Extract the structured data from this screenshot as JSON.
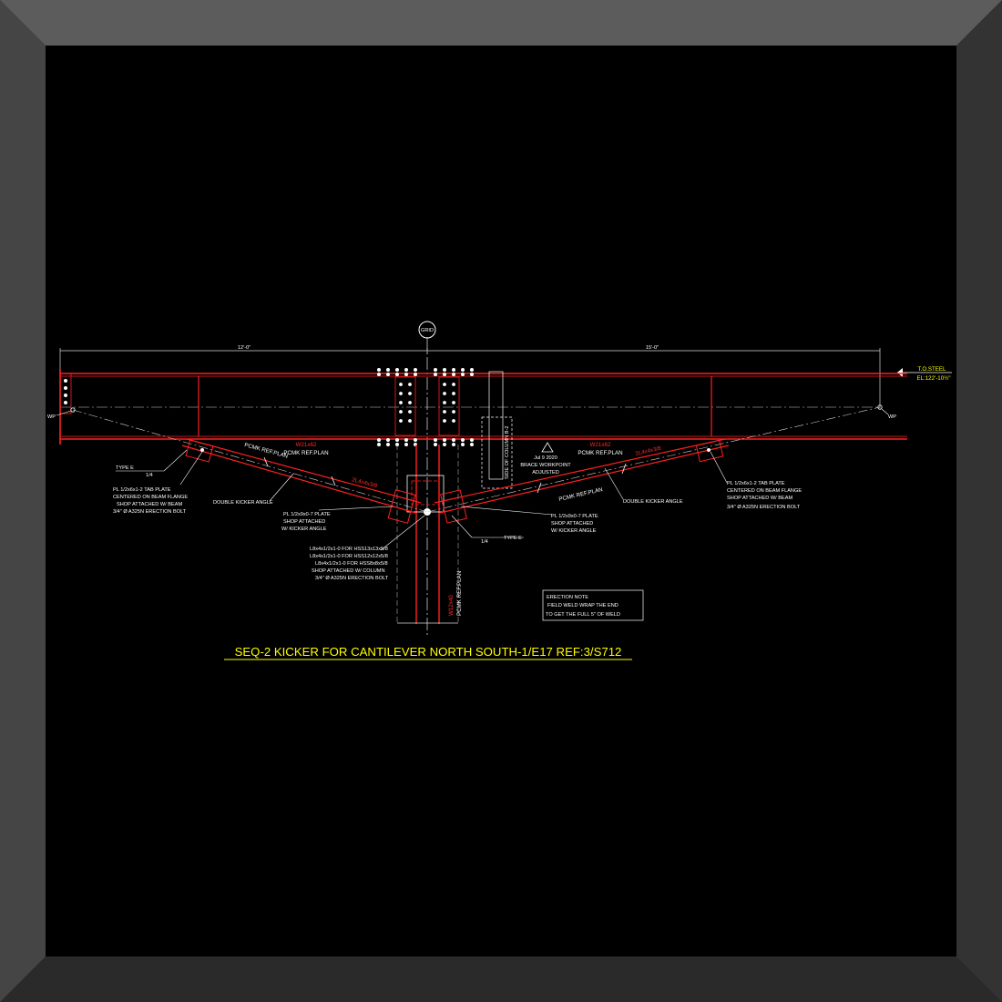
{
  "colors": {
    "background": "#000000",
    "frame_light": "#5a5a5a",
    "frame_dark": "#2a2a2a",
    "steel": "#ff2020",
    "line": "#e6e6e6",
    "title": "#ffff00"
  },
  "drawing": {
    "grid_tag": "GRID",
    "dim_left": "12'-0\"",
    "dim_right": "15'-0\"",
    "top_of_steel": "T.O.STEEL",
    "elevation": "EL:122'-10½\"",
    "wp_left": "WP",
    "wp_right": "WP",
    "type_left": "TYPE E",
    "type_right": "TYPE E",
    "weld_symbol_left": "1/4",
    "weld_symbol_right": "1/4",
    "beam_left_mark": "W21x62",
    "beam_left_ref": "PCMK REF.PLAN",
    "beam_right_mark": "W21x62",
    "beam_right_ref": "PCMK REF.PLAN",
    "kicker_left_ref": "PCMK REF.PLAN",
    "kicker_left_member": "2L4x4x3/8",
    "kicker_right_ref": "PCMK REF.PLAN",
    "kicker_right_member": "2L4x4x3/8",
    "column_label": "SIDE OF COLUMN B-2",
    "column_member": "W12x40",
    "column_ref": "PCMK REF.PLAN",
    "brace_note": [
      "Jul 9 2020",
      "BRACE WORKPOINT",
      "ADJUSTED"
    ],
    "tab_plate_left": [
      "PL 1/2x6x1-2 TAB PLATE",
      "CENTERED ON BEAM FLANGE",
      "SHOP ATTACHED W/ BEAM",
      "3/4\" Ø A325N ERECTION BOLT"
    ],
    "tab_plate_right": [
      "PL 1/2x6x1-2 TAB PLATE",
      "CENTERED ON BEAM FLANGE",
      "SHOP ATTACHED W/ BEAM",
      "3/4\" Ø A325N ERECTION BOLT"
    ],
    "double_kicker_left": "DOUBLE KICKER ANGLE",
    "double_kicker_right": "DOUBLE KICKER ANGLE",
    "plate_left": [
      "PL 1/2x9x0-7 PLATE",
      "SHOP ATTACHED",
      "W/ KICKER ANGLE"
    ],
    "plate_right": [
      "PL 1/2x9x0-7 PLATE",
      "SHOP ATTACHED",
      "W/ KICKER ANGLE"
    ],
    "column_angles": [
      "L8x4x1/2x1-0 FOR HSS13x13x5/8",
      "L8x4x1/2x1-0 FOR HSS12x12x5/8",
      "L8x4x1/2x1-0 FOR HSS8x8x5/8",
      "SHOP ATTACHED W/ COLUMN",
      "3/4\" Ø A325N ERECTION BOLT"
    ],
    "erection_note": [
      "ERECTION NOTE",
      "FIELD WELD WRAP THE END",
      "TO GET THE FULL 5\" OF WELD"
    ],
    "title": "SEQ-2 KICKER FOR CANTILEVER NORTH SOUTH-1/E17 REF:3/S712"
  }
}
